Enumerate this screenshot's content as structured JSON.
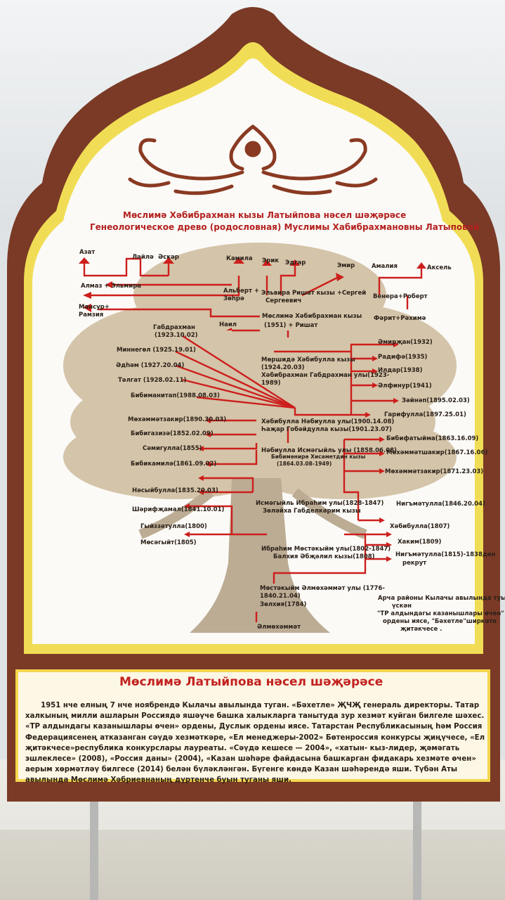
{
  "titles": {
    "tatar": "Мөслимә Хәбибрахман кызы Латыйпова нәсел шәҗәрәсе",
    "russian": "Генеологическое древо (родословная) Муслимы Хабибрахмановны Латыповой"
  },
  "tree": {
    "azat": "Азат",
    "layla": "Ләйлә",
    "asker": "Әскәр",
    "almaz": "Алмаз + Эльмира",
    "mansur": "Мансур+",
    "ramziya": "Рамзия",
    "kamila": "Камила",
    "albert": "Альберт +",
    "zuhra": "Зөһрә",
    "erik": "Эрик",
    "edgar": "Эдгар",
    "emir": "Эмир",
    "elvira": "Эльвира Ришат кызы +Сергей",
    "sergeevich": "Сергеевич",
    "amaliya": "Амалия",
    "aksel": "Аксель",
    "venera": "Венера+Роберт",
    "farit": "Фәрит+Рәхимә",
    "naila": "Наил",
    "muslima": "Мөслимә Хәбибрахман кызы",
    "muslima2": "(1951) + Ришат",
    "gabdrahman": "Габдрахман",
    "gabdrahman_date": "(1923.10.02)",
    "minnegel": "Миннегөл (1925.19.01)",
    "adham": "Әдһәм (1927.20.04)",
    "talgat": "Тәлгат (1928.02.11)",
    "bibimanitap": "Бибиманитап(1988.08.03)",
    "murshida1": "Мөршидә Хәбибулла кызы",
    "murshida2": "(1924.20.03)",
    "murshida3": "Хәбибрахман Габдрахман улы(1923-",
    "murshida4": "1989)",
    "amirzhan": "Әмирҗан(1932)",
    "radifa": "Радифә(1935)",
    "ildar": "Илдар(1938)",
    "alfinur": "Әлфинур(1941)",
    "zaynap": "Зәйнәп(1895.02.03)",
    "garifulla": "Гарифулла(1897.25.01)",
    "muhammatzakir": "Мөхәммәтзакир(1890.30.03)",
    "habibulla1": "Хәбибулла Нәбиулла улы(1900.14.08)",
    "habibulla2": "Һаҗар Гобәйдулла кызы(1901.23.07)",
    "bibigaziza": "Бибигазизә(1852.02.09)",
    "bibifatima": "Бибифатыйма(1863.16.09)",
    "samigulla": "Сәмигулла(1855)",
    "nabiulla1": "Нәбиулла Исмәгыйль улы (1858.06.08)",
    "nabiulla2": "Бибимәнирә Хисаметдин кызы",
    "nabiulla3": "(1864.03.08-1949)",
    "muhammatshakir": "Мөхәммәтшакир(1867.16.06)",
    "bibikamila": "Бибикамилә(1861.09.02)",
    "muhammatzakir2": "Мөхәммәтзакир(1871.23.03)",
    "nasibulla": "Нәсыйбулла(1835.20.03)",
    "ismagil1": "Исмәгыйль Ибраһим улы(1828-1847)",
    "ismagil2": "Зөләйха Габделкәрим кызы",
    "nigmatulla1": "Нигъмәтулла(1846.20.04)",
    "sharifjamal": "Шәрифҗамал(1841.10.01)",
    "habibulla1807": "Хәбибулла(1807)",
    "gyizzatulla": "Гыйззәтулла(1800)",
    "musagyit": "Мөсәгыйт(1805)",
    "hakim": "Хаким(1809)",
    "ibrahim1": "Ибраһим Мөстәкыйм улы(1802-1847)",
    "ibrahim2": "Балхия Әбҗәлил кызы(1808)",
    "nigmatulla2": "Нигъмәтулла(1815)-1838дән",
    "rekrut": "рекрут",
    "mustakyim1": "Мөстәкыйм Әлмөхәммәт улы (1776-",
    "mustakyim2": "1840.21.04)",
    "mustakyim3": "Зөлхия(1784)",
    "almuhammat": "Әлмөхәммәт",
    "note1": "Арча районы Кылачы авылында туып",
    "note2": "үскән",
    "note3": "\"ТР алдындагы казанышлары өчен\"",
    "note4": "ордены иясе, \"Бәхетле\"ширкәте",
    "note5": "җитәкчесе ."
  },
  "panel": {
    "title": "Мөслимә Латыйпова нәсел шәҗәрәсе",
    "lines": [
      "1951 нче елның 7 нче ноябрендә Кылачы авылында туган. «Бәхетле» ҖЧҖ генераль директоры. Татар",
      "халкының милли ашларын Россиядә яшәүче башка халыкларга танытуда зур хезмәт куйган билгеле шәхес.",
      "«ТР алдындагы казанышлары өчен» ордены, Дуслык ордены иясе. Татарстан Республикасының һәм Россия",
      "Федерациясенең атказанган сәүдә хезмәткәре, «Ел менеджеры-2002» Бөтенроссия конкурсы җиңүчесе, «Ел",
      "җитәкчесе»республика конкурслары лауреаты. «Сәүдә кешесе — 2004», «хатын- кыз-лидер, җәмәгать",
      "эшлеклесе» (2008), «Россия даны» (2004), «Казан шәһәре файдасына башкарган фидакарь хезмәте өчен»",
      "аерым хөрмәтләү билгесе (2014) белән бүләкләнгән. Бүгенге көндә Казан шәһәрендә яши. Түбән Аты",
      "авылында Мөслимә Хәбриевнаның дүртенче буын туганы яши."
    ]
  },
  "colors": {
    "frame": "#7a3a26",
    "yellow_border": "#f1dd55",
    "arrow": "#cc1f1c",
    "ornament": "#8a3a22",
    "tree_foliage": "#c7b28f",
    "title_red": "#b3211f"
  }
}
